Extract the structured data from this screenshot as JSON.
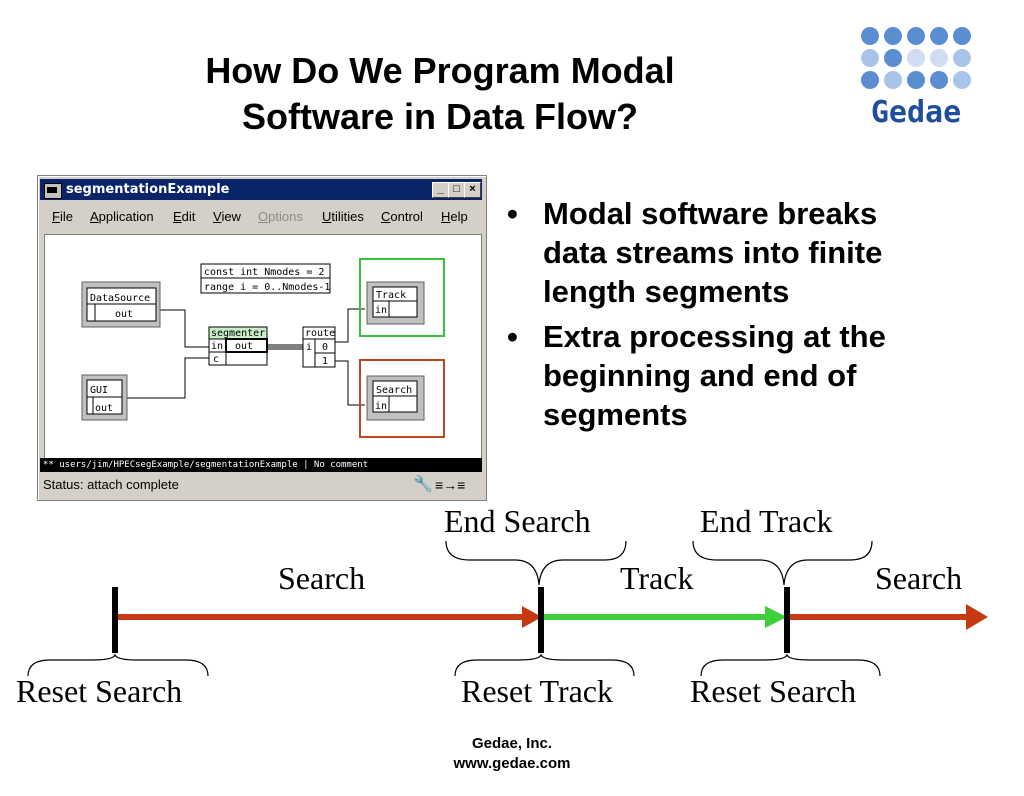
{
  "slide": {
    "title_line1": "How Do We Program Modal",
    "title_line2": "Software in Data Flow?",
    "logo_text": "Gedae",
    "bullets": [
      {
        "line1": "Modal software breaks",
        "line2": "data streams into finite",
        "line3": "length segments"
      },
      {
        "line1": "Extra processing at the",
        "line2": "beginning and end of",
        "line3": "segments"
      }
    ],
    "footer_company": "Gedae, Inc.",
    "footer_url": "www.gedae.com"
  },
  "window": {
    "title": "segmentationExample",
    "title_buttons": {
      "minimize": "_",
      "maximize": "□",
      "close": "×"
    },
    "menu": [
      {
        "label": "File",
        "enabled": true
      },
      {
        "label": "Application",
        "enabled": true
      },
      {
        "label": "Edit",
        "enabled": true
      },
      {
        "label": "View",
        "enabled": true
      },
      {
        "label": "Options",
        "enabled": false
      },
      {
        "label": "Utilities",
        "enabled": true
      },
      {
        "label": "Control",
        "enabled": true
      },
      {
        "label": "Help",
        "enabled": true
      }
    ],
    "path_text": "** users/jim/HPECsegExample/segmentationExample | No comment",
    "status_text": "Status: attach complete"
  },
  "diagram": {
    "params": {
      "line1": "const int Nmodes = 2",
      "line2": "range i = 0..Nmodes-1"
    },
    "datasource": {
      "label": "DataSource",
      "port": "out"
    },
    "gui": {
      "label": "GUI",
      "port": "out"
    },
    "segmenter": {
      "label": "segmenter",
      "port_in": "in",
      "port_c": "c",
      "port_out": "out"
    },
    "route": {
      "label": "route",
      "port_i": "i",
      "out0": "0",
      "out1": "1"
    },
    "track": {
      "label": "Track",
      "port": "in"
    },
    "search": {
      "label": "Search",
      "port": "in"
    },
    "colors": {
      "track_frame": "#3ac03a",
      "search_frame": "#c0461f",
      "segmenter_header": "#c8f0c8"
    }
  },
  "timeline": {
    "top_labels": {
      "end_search": "End Search",
      "end_track": "End Track"
    },
    "mid_labels": {
      "search1": "Search",
      "track": "Track",
      "search2": "Search"
    },
    "bottom_labels": {
      "reset_search1": "Reset Search",
      "reset_track": "Reset Track",
      "reset_search2": "Reset Search"
    },
    "colors": {
      "search": "#c63a12",
      "track": "#3ecf3a",
      "marker": "#000000"
    }
  }
}
